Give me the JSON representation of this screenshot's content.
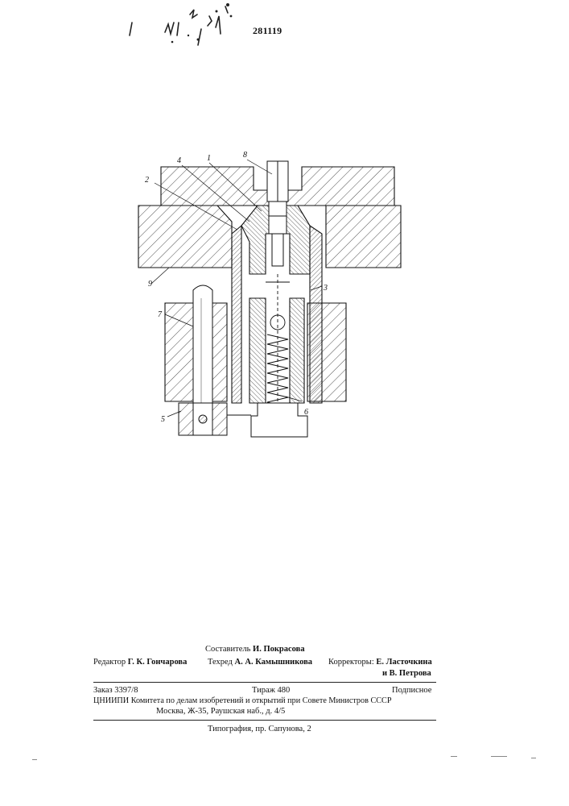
{
  "header": {
    "patent_number": "281119"
  },
  "figure": {
    "labels": {
      "l1": "1",
      "l2": "2",
      "l3": "3",
      "l4": "4",
      "l5": "5",
      "l6": "6",
      "l7": "7",
      "l8": "8",
      "l9": "9"
    }
  },
  "imprint": {
    "compiler_label": "Составитель",
    "compiler_name": "И. Покрасова",
    "editor_label": "Редактор",
    "editor_name": "Г. К. Гончарова",
    "techred_label": "Техред",
    "techred_name": "А. А. Камышникова",
    "correctors_label": "Корректоры:",
    "corrector_1": "Е. Ласточкина",
    "corrector_2": "и В. Петрова",
    "order": "Заказ 3397/8",
    "circulation": "Тираж 480",
    "subscription": "Подписное",
    "institute": "ЦНИИПИ Комитета по делам изобретений и открытий при Совете Министров СССР",
    "address": "Москва, Ж-35, Раушская наб., д. 4/5",
    "printer": "Типография, пр. Сапунова, 2"
  }
}
